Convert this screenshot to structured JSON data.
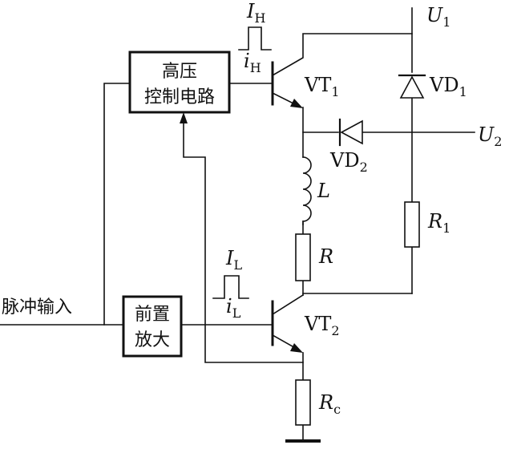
{
  "blocks": {
    "hv_control": {
      "line1": "高压",
      "line2": "控制电路"
    },
    "preamp": {
      "line1": "前置",
      "line2": "放大"
    }
  },
  "input_label": "脉冲输入",
  "sources": {
    "u1": {
      "main": "U",
      "sub": "1"
    },
    "u2": {
      "main": "U",
      "sub": "2"
    }
  },
  "components": {
    "vt1": {
      "main": "VT",
      "sub": "1"
    },
    "vt2": {
      "main": "VT",
      "sub": "2"
    },
    "vd1": {
      "main": "VD",
      "sub": "1"
    },
    "vd2": {
      "main": "VD",
      "sub": "2"
    },
    "l": {
      "main": "L"
    },
    "r": {
      "main": "R"
    },
    "r1": {
      "main": "R",
      "sub": "1"
    },
    "rc": {
      "main": "R",
      "sub": "c"
    }
  },
  "signals": {
    "ih_pulse": {
      "main": "I",
      "sub": "H"
    },
    "ih_base": {
      "main": "i",
      "sub": "H"
    },
    "il_pulse": {
      "main": "I",
      "sub": "L"
    },
    "il_base": {
      "main": "i",
      "sub": "L"
    }
  }
}
